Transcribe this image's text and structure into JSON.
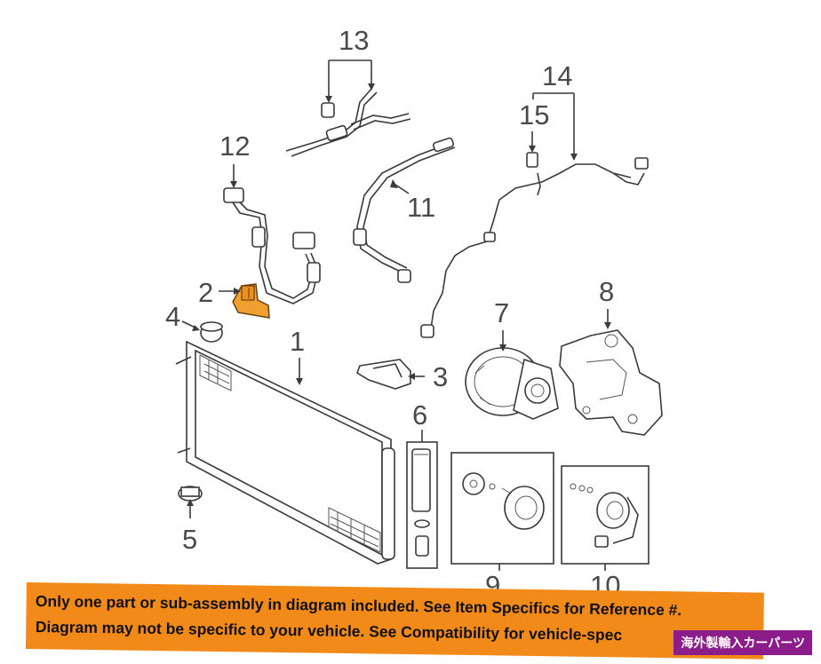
{
  "callouts": {
    "c1": "1",
    "c2": "2",
    "c3": "3",
    "c4": "4",
    "c5": "5",
    "c6": "6",
    "c7": "7",
    "c8": "8",
    "c9": "9",
    "c10": "10",
    "c11": "11",
    "c12": "12",
    "c13": "13",
    "c14": "14",
    "c15": "15"
  },
  "colors": {
    "highlight_part": "#f0a030",
    "banner": "#f28a1a",
    "badge": "#8b1c8a"
  },
  "banner": {
    "line1": "Only one part or sub-assembly in diagram included. See Item Specifics for Reference #.",
    "line2": "Diagram may not be specific to your vehicle. See Compatibility for vehicle-spec"
  },
  "badge": {
    "text": "海外製輸入カーパーツ"
  }
}
